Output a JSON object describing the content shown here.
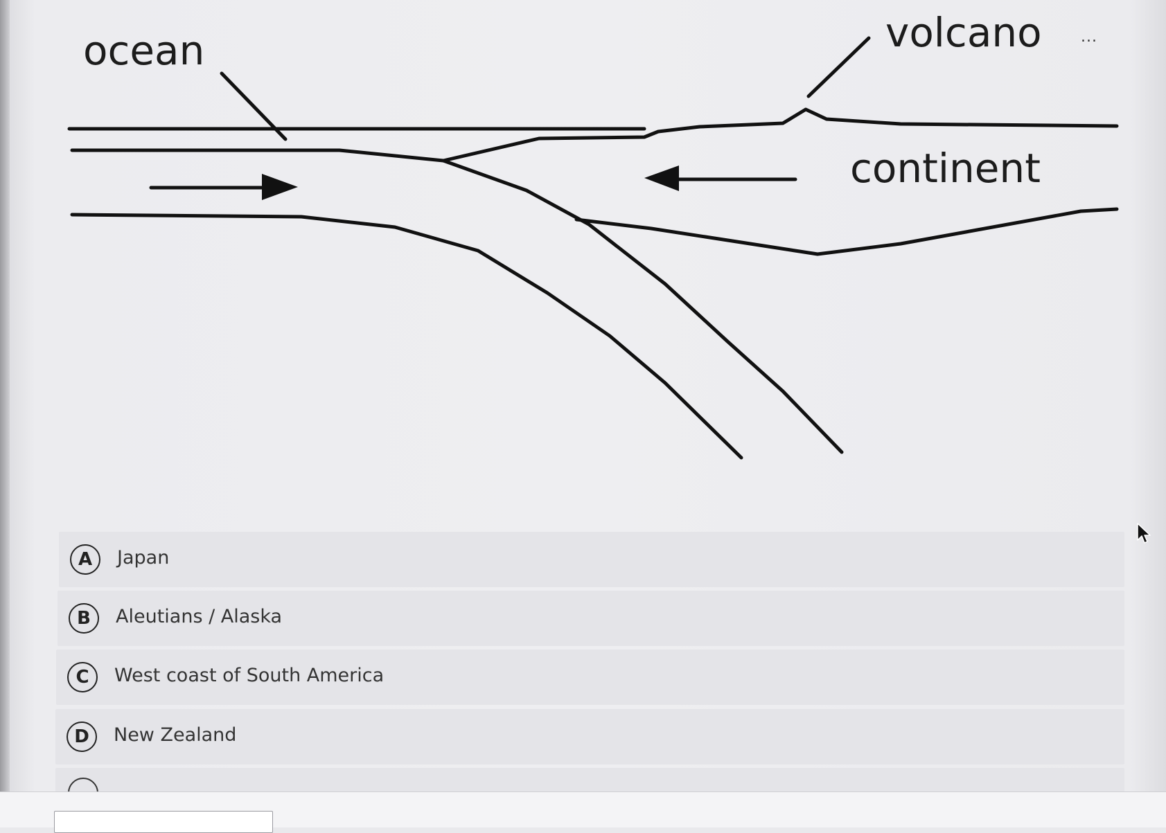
{
  "diagram": {
    "labels": {
      "ocean": "ocean",
      "volcano": "volcano",
      "continent": "continent"
    },
    "more_label": "..."
  },
  "options": [
    {
      "letter": "A",
      "label": "Japan"
    },
    {
      "letter": "B",
      "label": "Aleutians / Alaska"
    },
    {
      "letter": "C",
      "label": "West coast of South America"
    },
    {
      "letter": "D",
      "label": "New Zealand"
    }
  ],
  "colors": {
    "line": "#111111",
    "background": "#ececef",
    "option_background": "#e4e4e8"
  }
}
